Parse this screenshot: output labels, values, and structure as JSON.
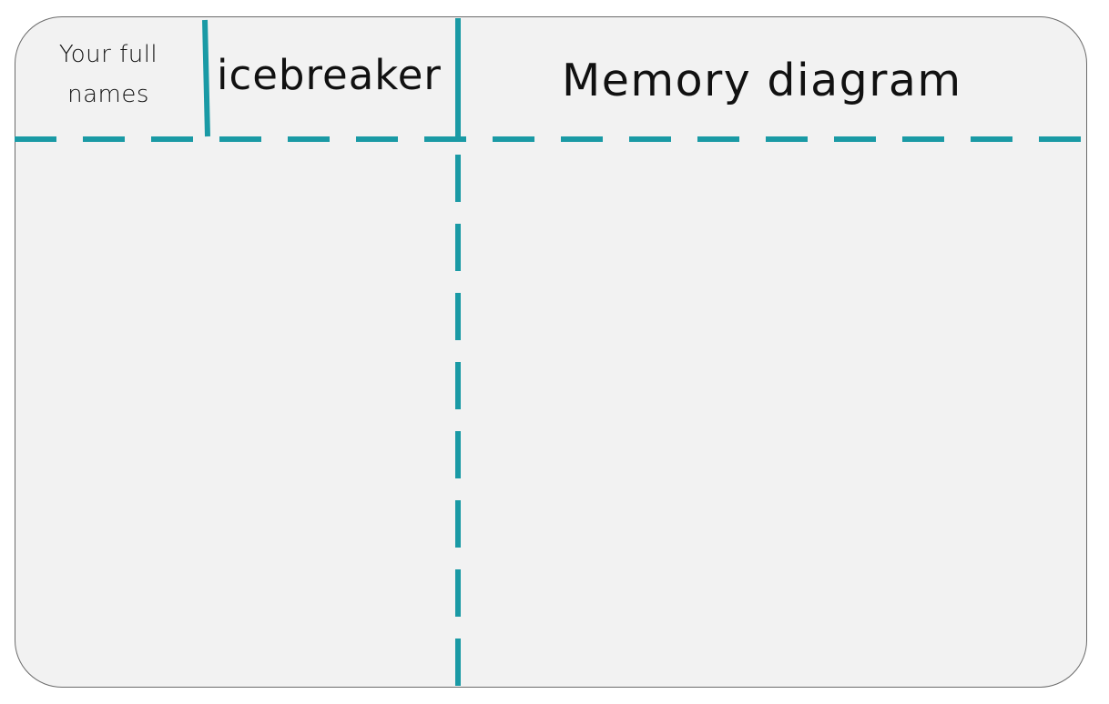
{
  "sections": {
    "names": {
      "label": "Your full names"
    },
    "icebreaker": {
      "label": "icebreaker"
    },
    "memory": {
      "label": "Memory diagram"
    }
  },
  "colors": {
    "divider": "#1a9aa5",
    "card_background": "#f2f2f2",
    "card_border": "#6b6b6b",
    "text": "#111111"
  }
}
